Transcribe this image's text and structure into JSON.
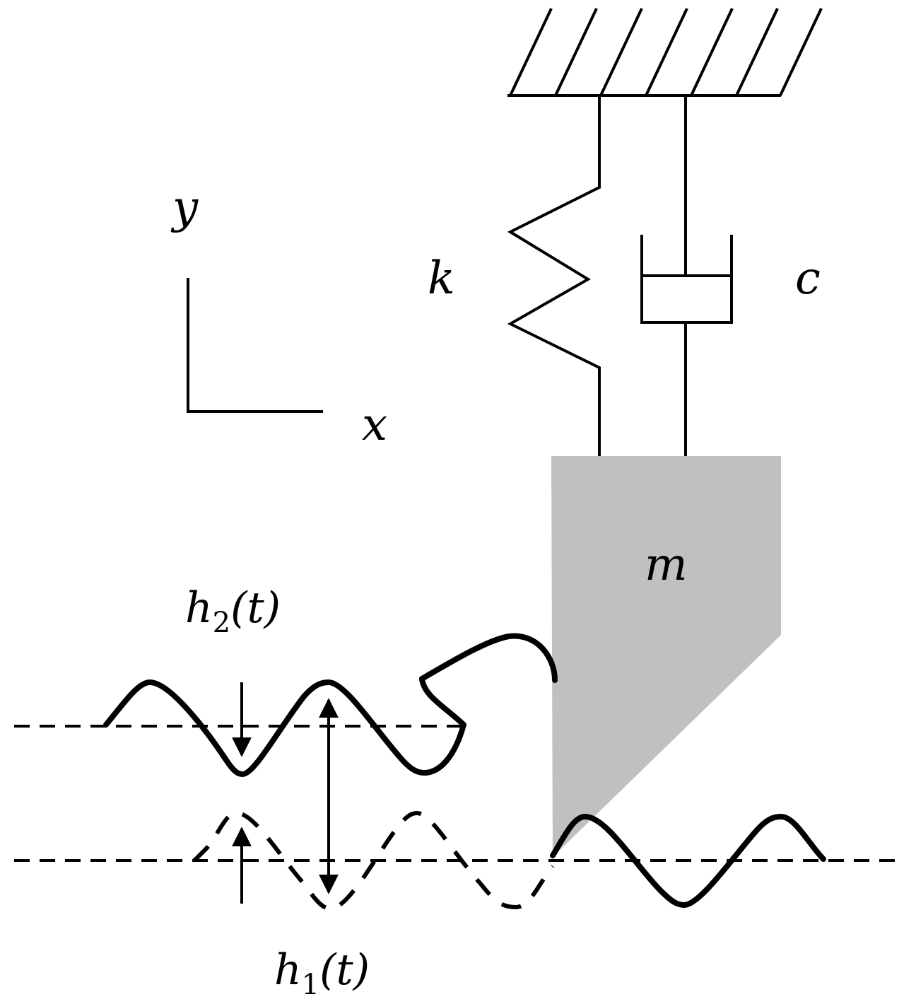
{
  "labels": {
    "spring": "k",
    "damper": "c",
    "mass": "m",
    "axis_y": "y",
    "axis_x": "x",
    "h2": {
      "base": "h",
      "sub": "2",
      "arg": "(t)"
    },
    "h1": {
      "base": "h",
      "sub": "1",
      "arg": "(t)"
    }
  },
  "colors": {
    "mass_fill": "#c0c0c0",
    "stroke": "#000000"
  }
}
